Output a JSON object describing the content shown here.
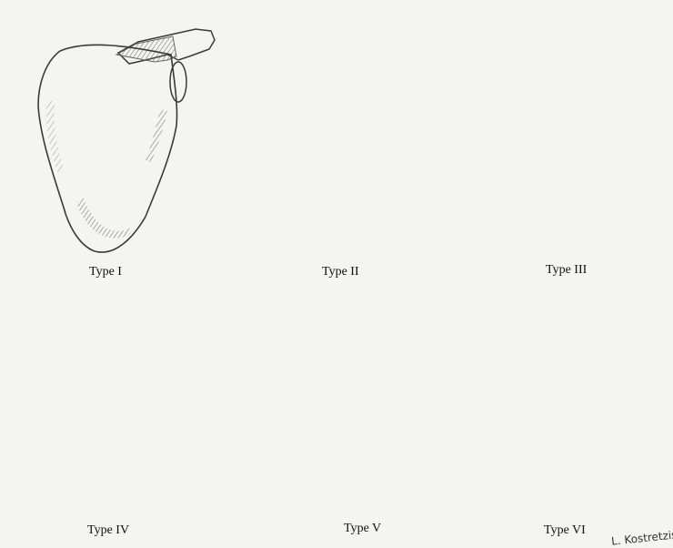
{
  "figure": {
    "panels": [
      {
        "id": "type-1",
        "label": "Type I"
      },
      {
        "id": "type-2",
        "label": "Type II"
      },
      {
        "id": "type-3",
        "label": "Type III"
      },
      {
        "id": "type-4",
        "label": "Type IV"
      },
      {
        "id": "type-5",
        "label": "Type V"
      },
      {
        "id": "type-6",
        "label": "Type VI"
      }
    ],
    "signature": "L. Kostretzis",
    "colors": {
      "ink": "#3a3a3a",
      "shade": "#7d7d7d",
      "notch": "#8a8a8a",
      "paper": "#f4f4f3"
    }
  }
}
